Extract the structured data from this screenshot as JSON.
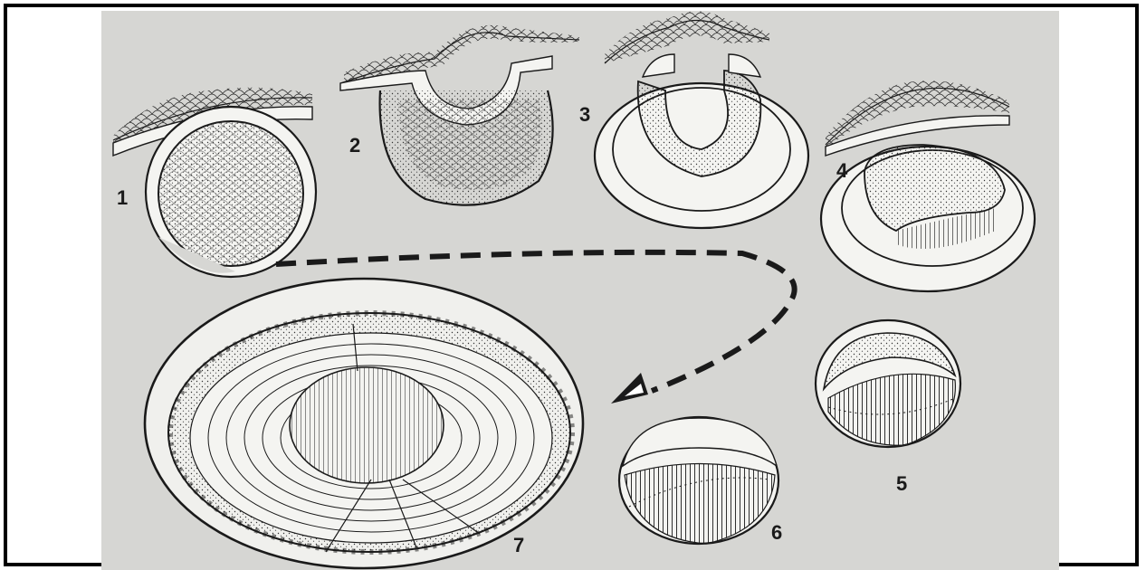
{
  "figure": {
    "stage_labels": [
      "1",
      "2",
      "3",
      "4",
      "5",
      "6",
      "7"
    ],
    "colors": {
      "background": "#d6d6d3",
      "ink": "#1a1a1a",
      "cell": "#f4f4f1",
      "border": "#000000"
    }
  }
}
